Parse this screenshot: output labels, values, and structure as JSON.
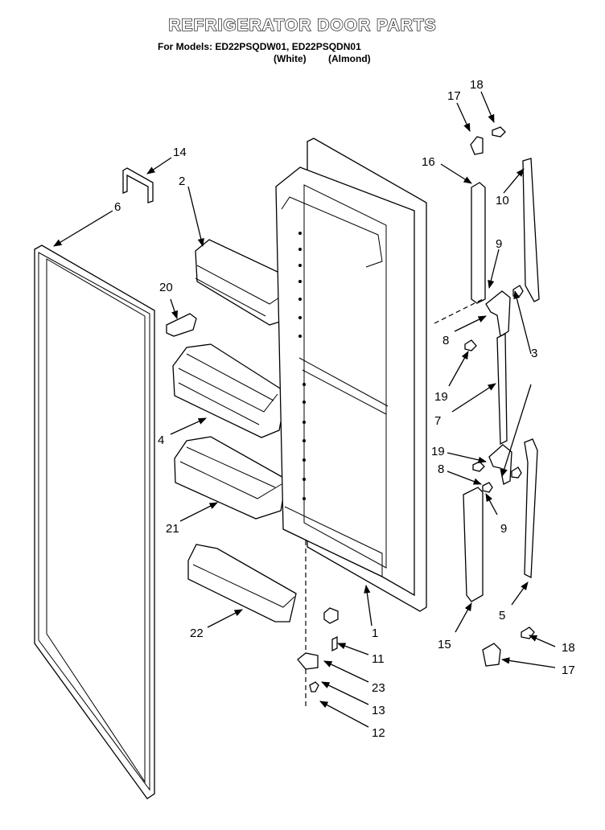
{
  "header": {
    "title": "REFRIGERATOR DOOR PARTS",
    "models_line": "For Models: ED22PSQDW01, ED22PSQDN01",
    "color_white": "(White)",
    "color_almond": "(Almond)"
  },
  "callouts": {
    "c1": "1",
    "c2": "2",
    "c3": "3",
    "c4": "4",
    "c5": "5",
    "c6": "6",
    "c7": "7",
    "c8a": "8",
    "c8b": "8",
    "c9a": "9",
    "c9b": "9",
    "c10": "10",
    "c11": "11",
    "c12": "12",
    "c13": "13",
    "c14": "14",
    "c15": "15",
    "c16": "16",
    "c17a": "17",
    "c17b": "17",
    "c18a": "18",
    "c18b": "18",
    "c19a": "19",
    "c19b": "19",
    "c20": "20",
    "c21": "21",
    "c22": "22",
    "c23": "23"
  },
  "colors": {
    "line": "#000000",
    "background": "#ffffff"
  }
}
